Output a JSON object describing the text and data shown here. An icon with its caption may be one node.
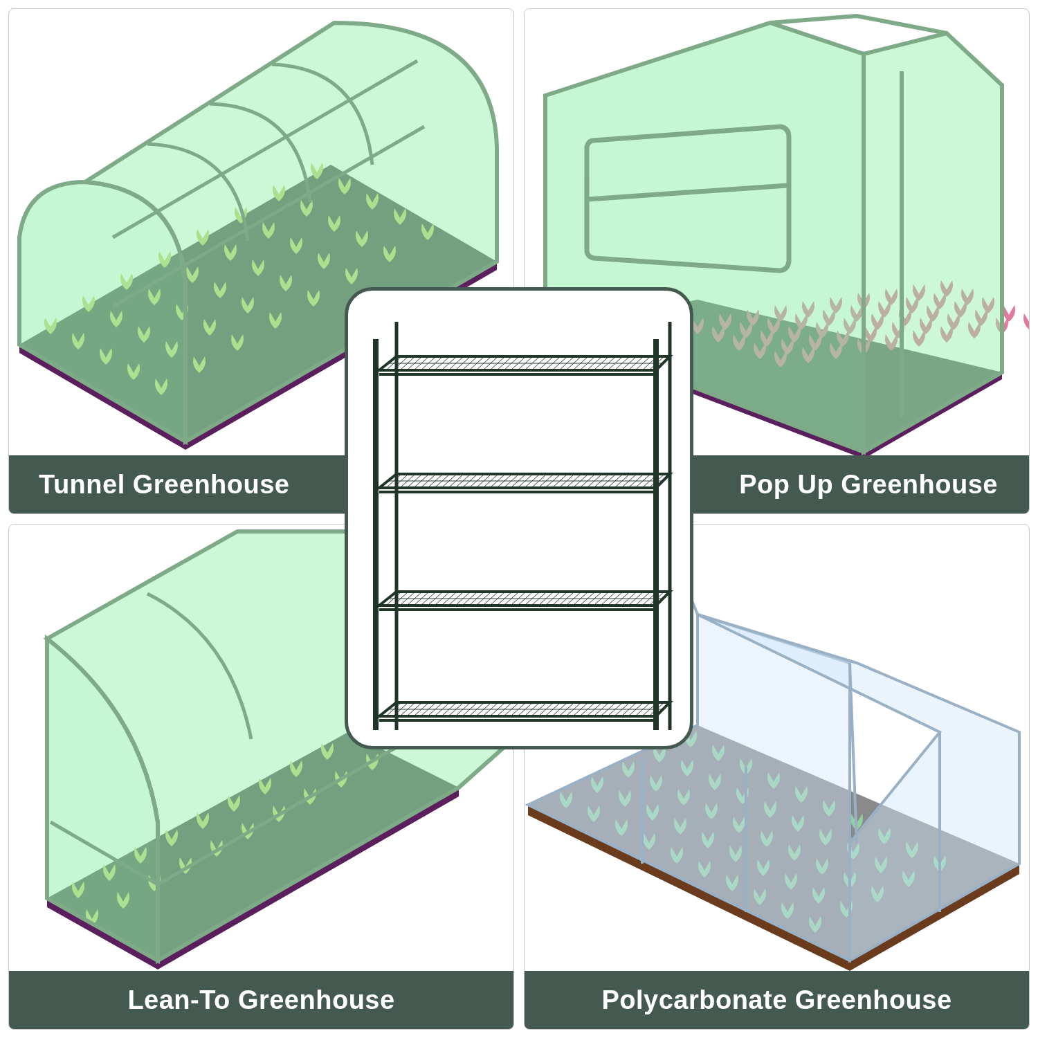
{
  "diagram": {
    "nodes": [
      {
        "text": [
          "Tunnel Greenhouse"
        ]
      },
      {
        "text": [
          "Pop Up Greenhouse"
        ]
      },
      {
        "text": [
          "Lean-To Greenhouse"
        ]
      },
      {
        "text": [
          "Polycarbonate Greenhouse"
        ]
      },
      {
        "text": [],
        "shape": "picture"
      }
    ]
  }
}
